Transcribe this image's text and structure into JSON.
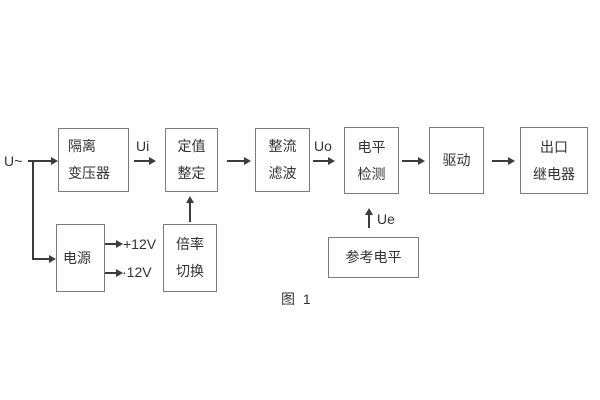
{
  "figure": {
    "caption": "图 1"
  },
  "signals": {
    "input": "U~",
    "ui": "Ui",
    "uo": "Uo",
    "ue": "Ue",
    "plus_12v": "+12V",
    "minus_12v": "·12V"
  },
  "blocks": {
    "isolation_transformer": {
      "line1": "隔离",
      "line2": "变压器"
    },
    "setpoint_adjust": {
      "line1": "定值",
      "line2": "整定"
    },
    "rectify_filter": {
      "line1": "整流",
      "line2": "滤波"
    },
    "level_detect": {
      "line1": "电平",
      "line2": "检测"
    },
    "drive": {
      "line1": "驱动"
    },
    "output_relay": {
      "line1": "出口",
      "line2": "继电器"
    },
    "power_supply": {
      "line1": "电源"
    },
    "ratio_switch": {
      "line1": "倍率",
      "line2": "切换"
    },
    "reference_level": {
      "line1": "参考电平"
    }
  },
  "colors": {
    "background": "#ffffff",
    "box_border": "#7a7a7a",
    "text": "#333333",
    "line": "#3c3c3c"
  }
}
